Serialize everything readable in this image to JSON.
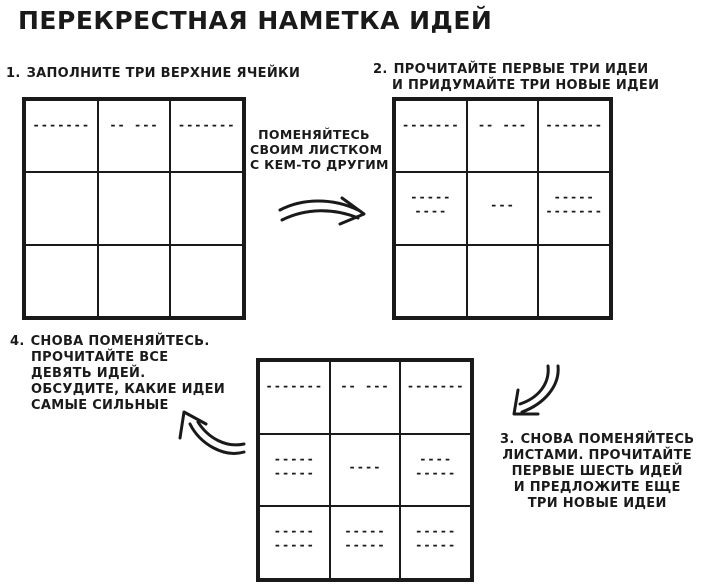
{
  "title": "ПЕРЕКРЕСТНАЯ НАМЕТКА ИДЕЙ",
  "steps": [
    {
      "num": "1.",
      "lines": [
        "ЗАПОЛНИТЕ ТРИ ВЕРХНИЕ ЯЧЕЙКИ"
      ]
    },
    {
      "num": "2.",
      "lines": [
        "ПРОЧИТАЙТЕ ПЕРВЫЕ ТРИ ИДЕИ",
        "И ПРИДУМАЙТЕ ТРИ НОВЫЕ ИДЕИ"
      ]
    },
    {
      "num": "3.",
      "lines": [
        "СНОВА ПОМЕНЯЙТЕСЬ",
        "ЛИСТАМИ. ПРОЧИТАЙТЕ",
        "ПЕРВЫЕ ШЕСТЬ ИДЕЙ",
        "И ПРЕДЛОЖИТЕ ЕЩЕ",
        "ТРИ НОВЫЕ ИДЕИ"
      ]
    },
    {
      "num": "4.",
      "lines": [
        "СНОВА ПОМЕНЯЙТЕСЬ.",
        "ПРОЧИТАЙТЕ ВСЕ",
        "ДЕВЯТЬ ИДЕЙ.",
        "ОБСУДИТЕ, КАКИЕ ИДЕИ",
        "САМЫЕ СИЛЬНЫЕ"
      ]
    }
  ],
  "swap_note": [
    "ПОМЕНЯЙТЕСЬ",
    "СВОИМ ЛИСТКОМ",
    "С КЕМ-ТО ДРУГИМ"
  ],
  "placeholders": {
    "a": "-------",
    "b": "-- ---",
    "c": "-------",
    "d": "-----",
    "e": "----",
    "f": "---"
  }
}
